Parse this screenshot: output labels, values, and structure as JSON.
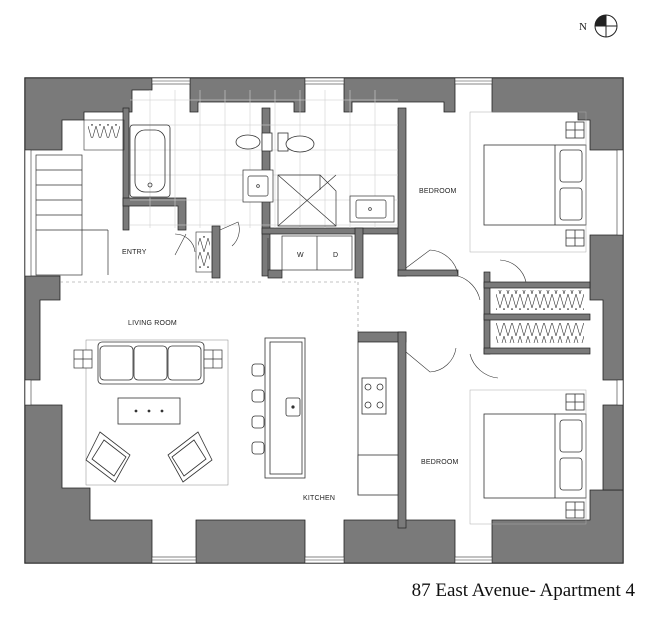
{
  "title": "87 East Avenue- Apartment 4",
  "compass": {
    "label": "N",
    "icon": "north-arrow-icon"
  },
  "rooms": {
    "entry": "ENTRY",
    "living_room": "LIVING ROOM",
    "kitchen": "KITCHEN",
    "bedroom_top": "BEDROOM",
    "bedroom_bottom": "BEDROOM"
  },
  "appliances": {
    "washer": "W",
    "dryer": "D"
  },
  "colors": {
    "wall_fill": "#7a7a7a",
    "line": "#222222",
    "background": "#ffffff",
    "tile": "#cfcfcf"
  }
}
